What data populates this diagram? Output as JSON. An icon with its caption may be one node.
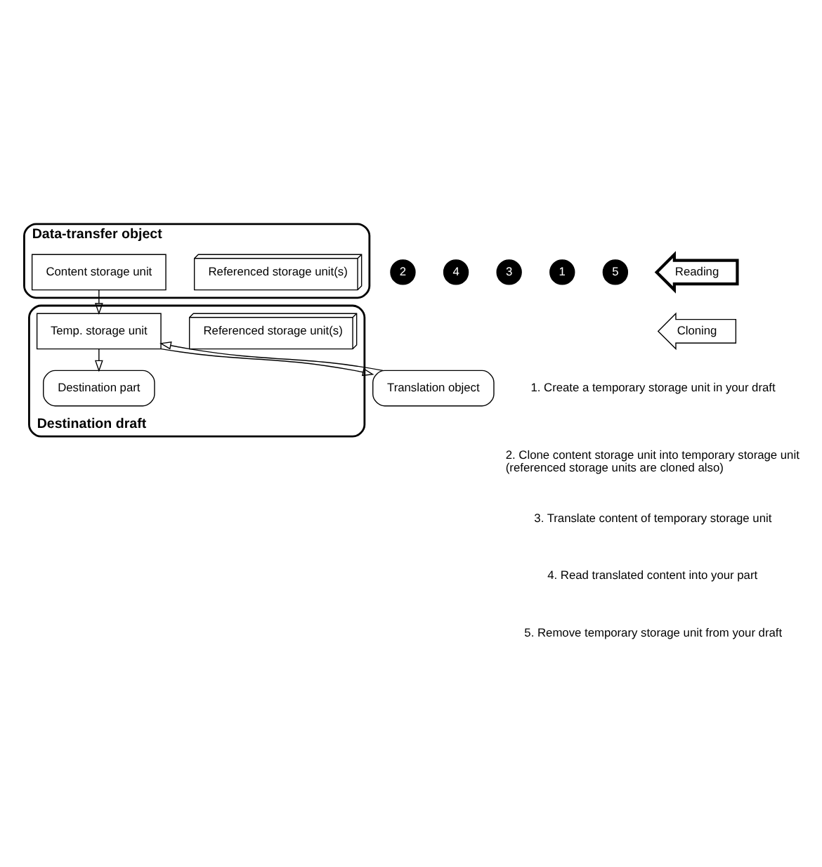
{
  "diagram": {
    "nodes": [
      {
        "text": [
          "Data-transfer object"
        ]
      },
      {
        "text": [
          "Referenced storage unit(s)"
        ],
        "in": 0
      },
      {
        "text": [
          "Content storage unit"
        ],
        "in": 0
      },
      {
        "text": [
          "Destination draft"
        ]
      },
      {
        "text": [
          "Destination part"
        ],
        "in": 3
      },
      {
        "text": [
          "Referenced storage unit(s)"
        ],
        "in": 3
      },
      {
        "text": [
          "Temp. storage unit"
        ],
        "in": 3
      },
      {
        "text": [
          "Translation object"
        ]
      }
    ],
    "edges": [
      {
        "from": 2,
        "to": 6,
        "arrow": "to"
      },
      {
        "from": 6,
        "to": 4,
        "arrow": "to"
      },
      {
        "from": 6,
        "to": 7,
        "arrow": "to"
      },
      {
        "from": 7,
        "to": 6,
        "arrow": "to"
      }
    ],
    "labels": [
      "2",
      "4",
      "3",
      "1",
      "5",
      "1. Create a temporary storage unit in your draft",
      "2. Clone content storage unit into temporary storage unit (referenced storage units are cloned also)",
      "3. Translate content of temporary storage unit",
      "4. Read translated content into your part",
      "5. Remove temporary storage unit from your draft"
    ],
    "legend": [
      {
        "text": "Reading"
      },
      {
        "text": "Cloning"
      }
    ]
  }
}
